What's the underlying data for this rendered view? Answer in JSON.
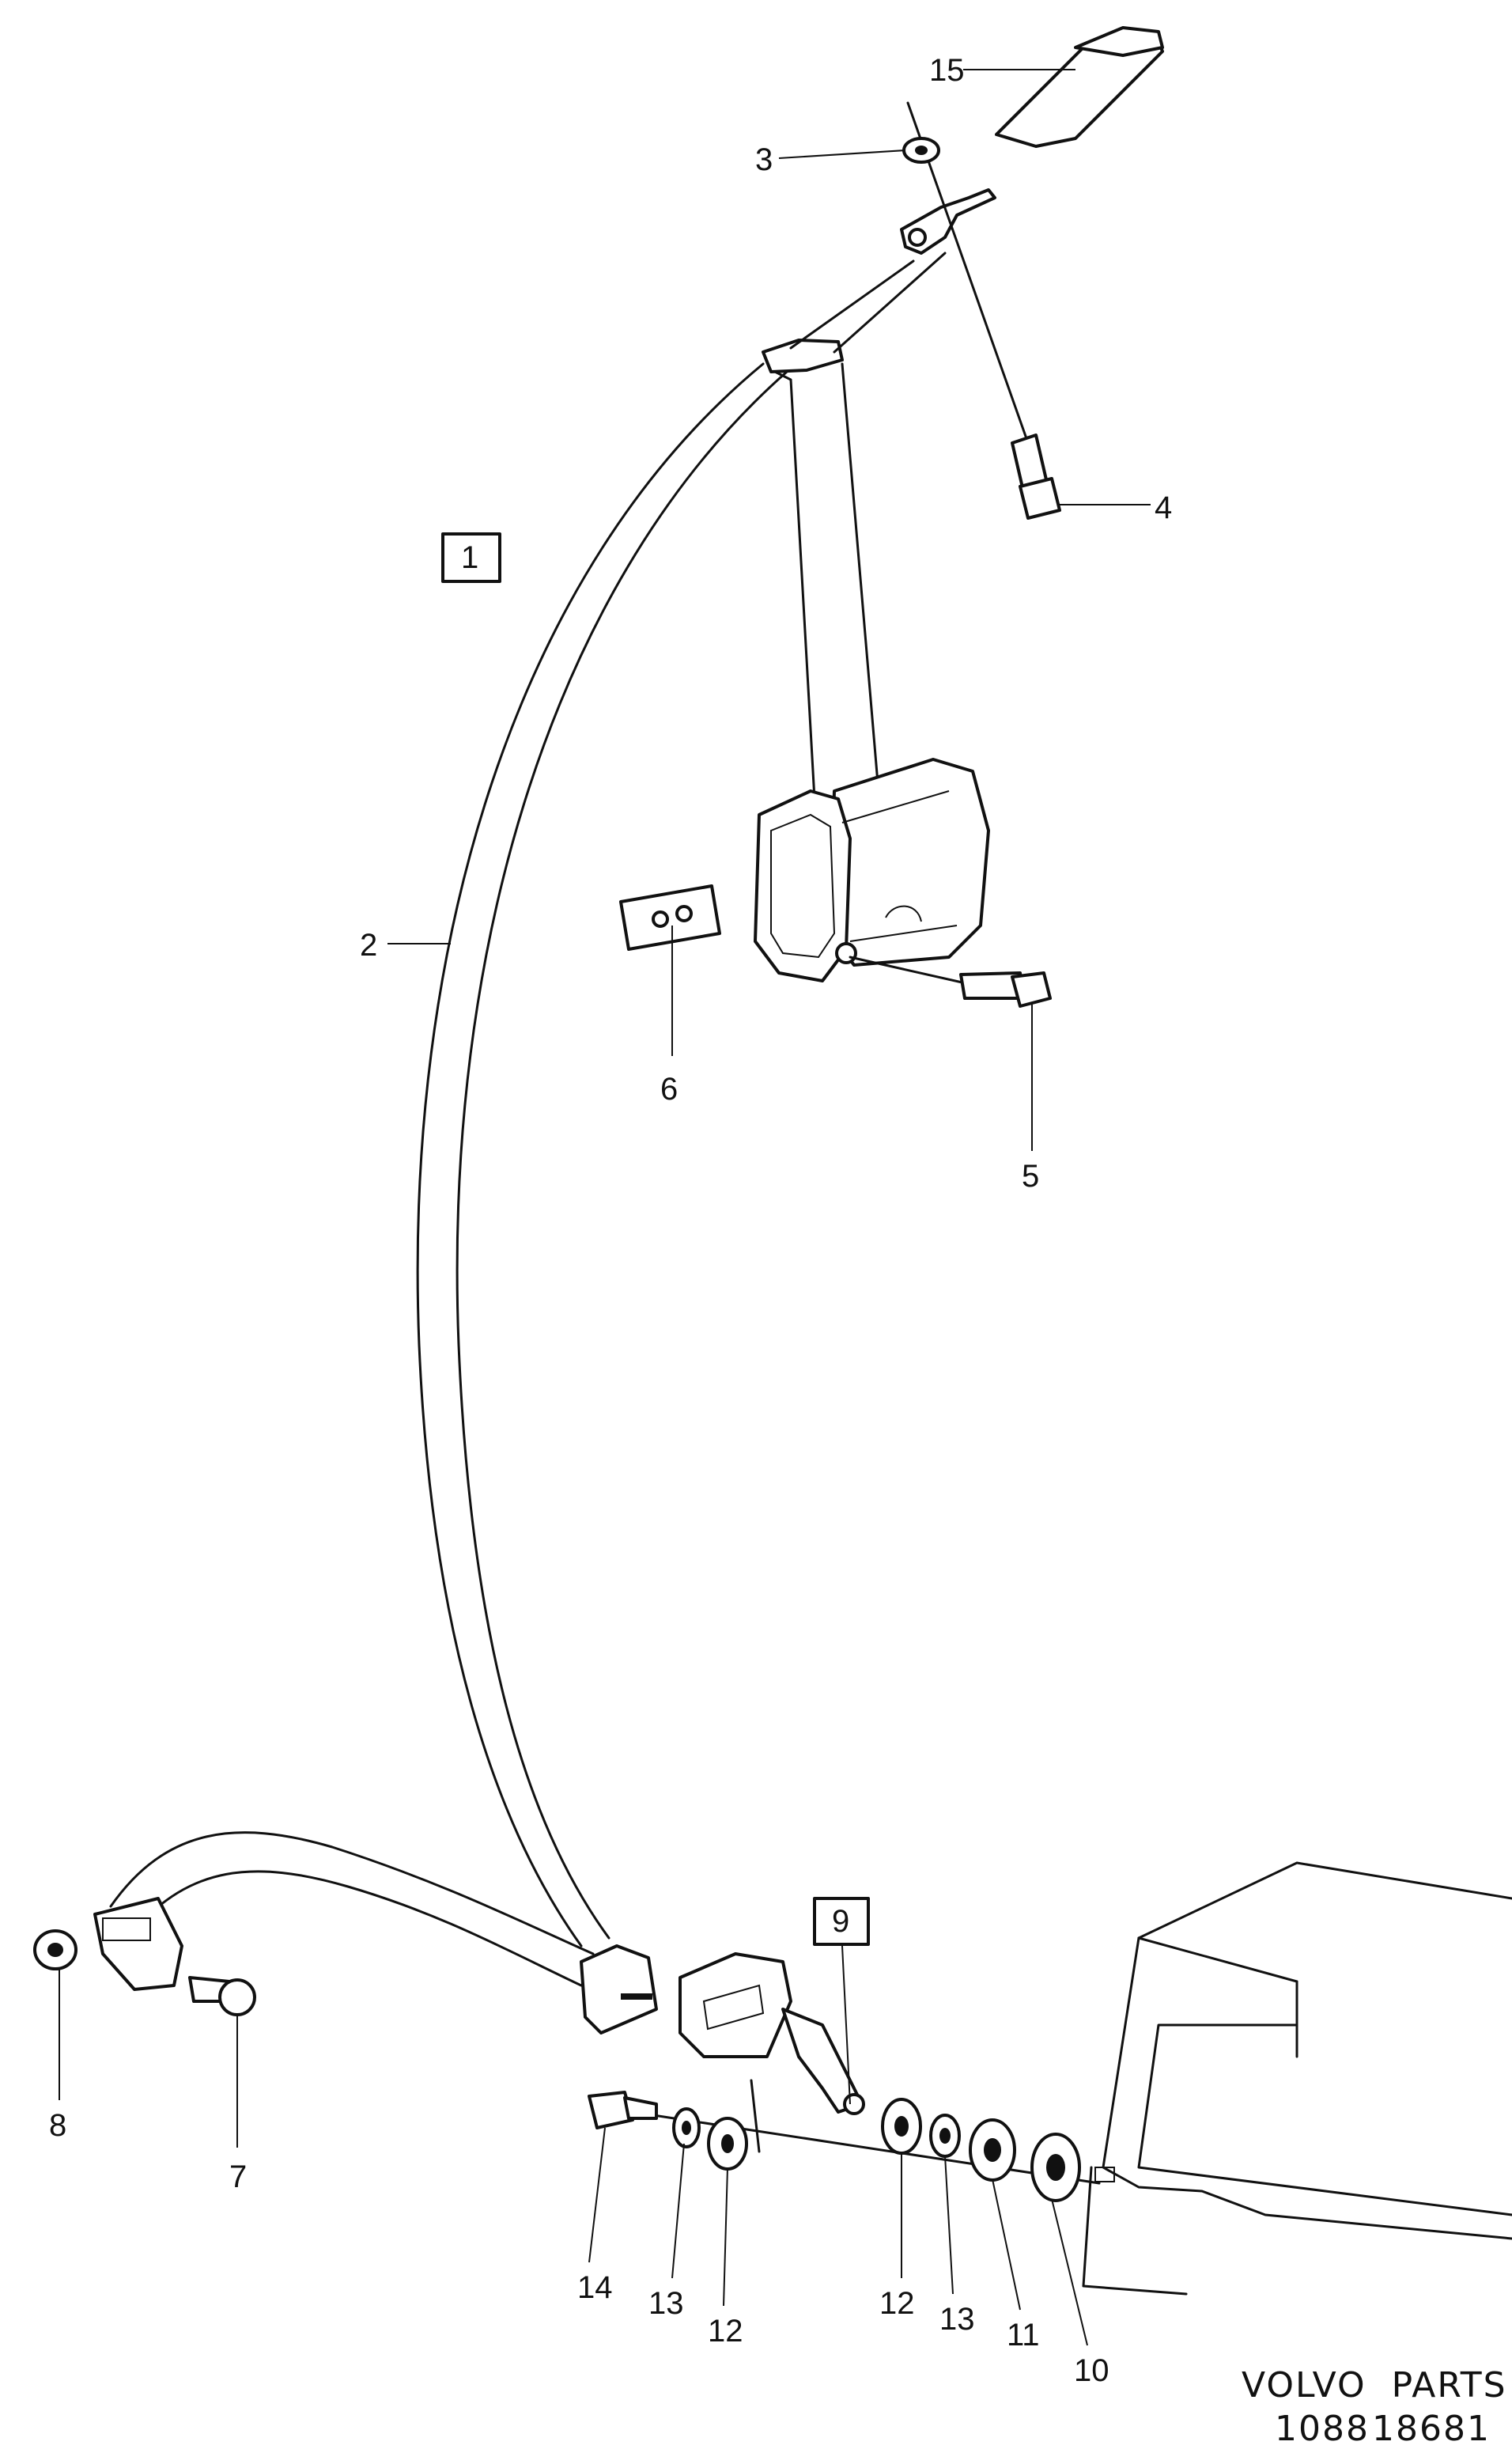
{
  "diagram": {
    "callouts": {
      "group_1": "1",
      "p2": "2",
      "p3": "3",
      "p4": "4",
      "p5": "5",
      "p6": "6",
      "p7": "7",
      "p8": "8",
      "group_9": "9",
      "p10": "10",
      "p11": "11",
      "p12a": "12",
      "p12b": "12",
      "p13a": "13",
      "p13b": "13",
      "p14": "14",
      "p15": "15"
    },
    "footer": {
      "brand": "VOLVO  PARTS",
      "code_left": "1088",
      "code_right": "18681"
    }
  }
}
